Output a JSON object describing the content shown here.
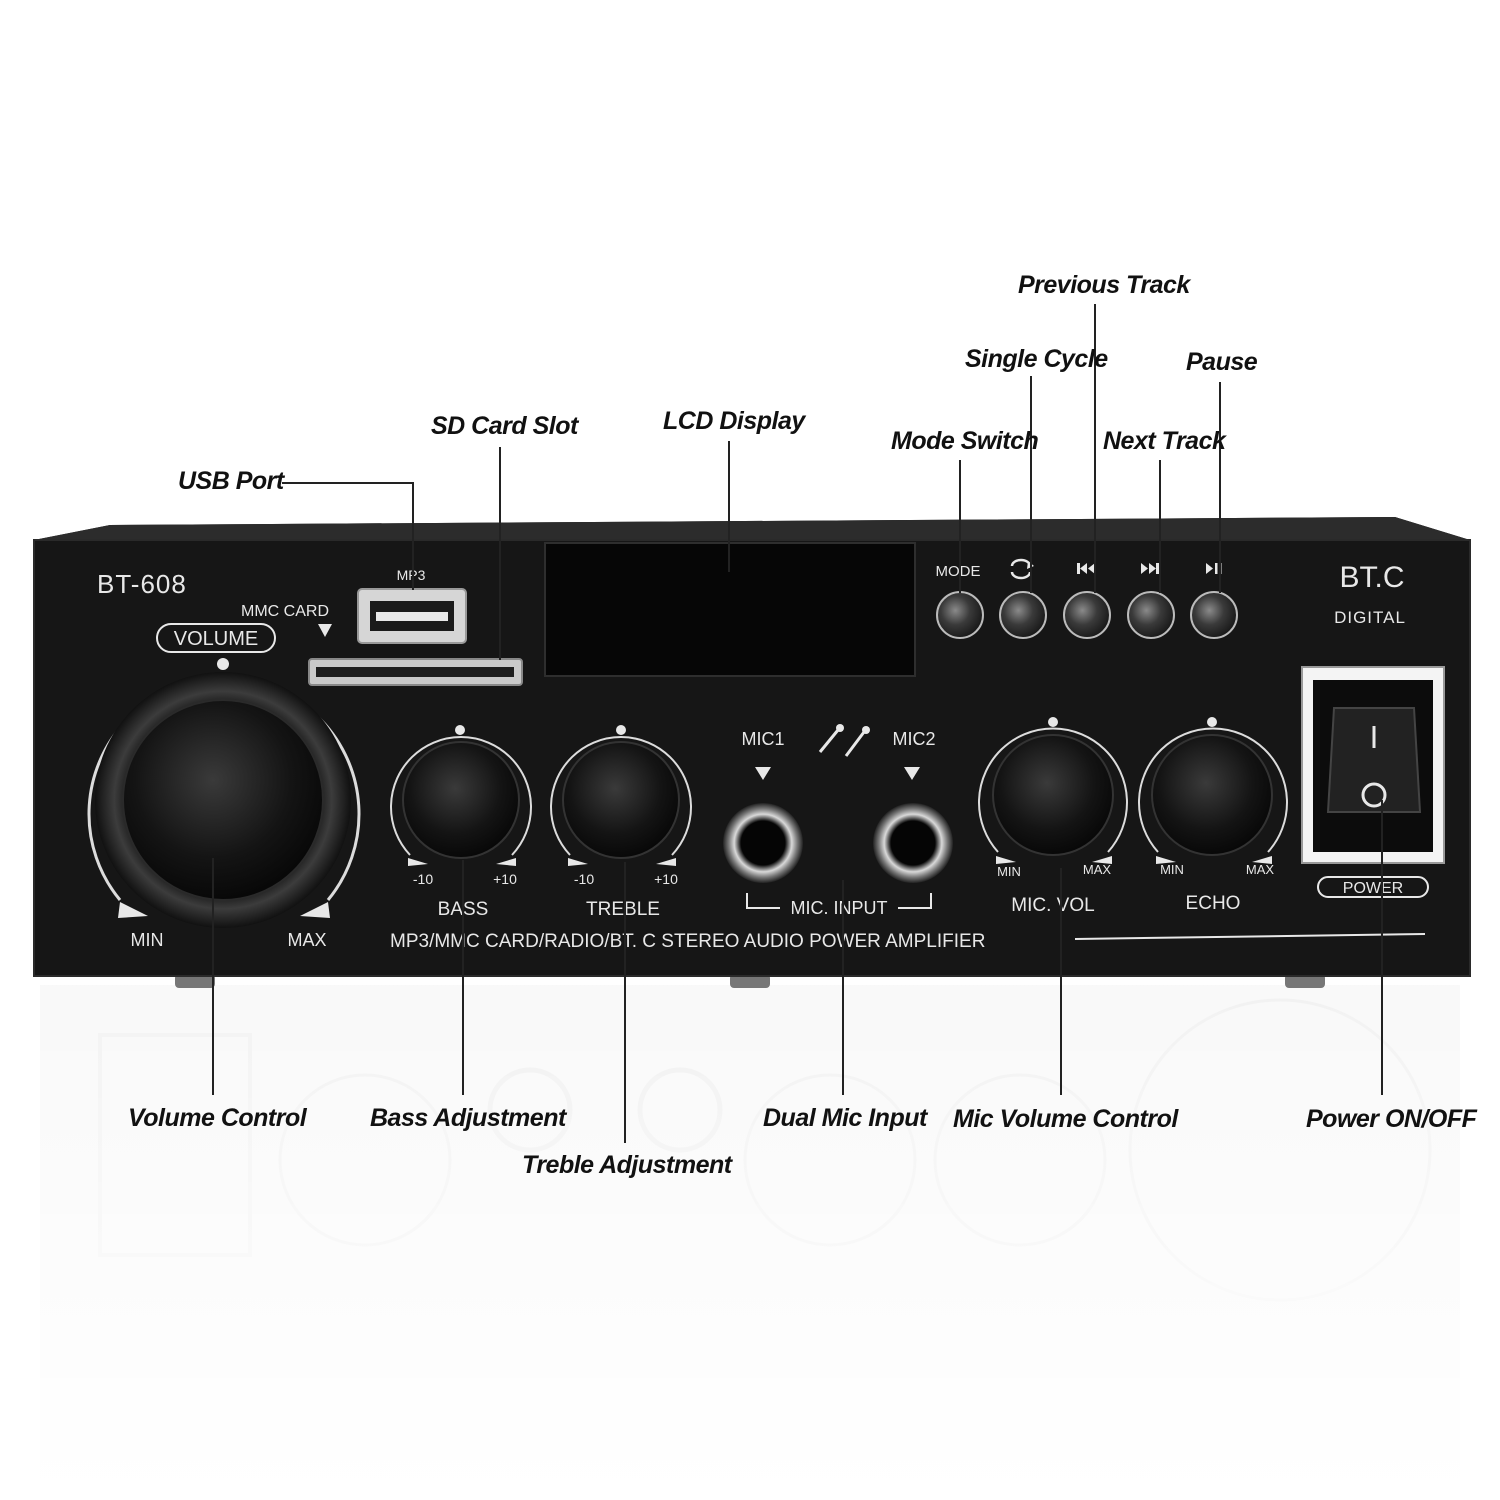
{
  "device": {
    "model": "BT-608",
    "brand": "BT.C",
    "brand_sub": "DIGITAL",
    "usb_label": "MP3",
    "card_label": "MMC CARD",
    "volume_label": "VOLUME",
    "min": "MIN",
    "max": "MAX",
    "minus10": "-10",
    "plus10": "+10",
    "bass": "BASS",
    "treble": "TREBLE",
    "mic1": "MIC1",
    "mic2": "MIC2",
    "mic_input": "MIC. INPUT",
    "mic_vol": "MIC. VOL",
    "echo": "ECHO",
    "power": "POWER",
    "mode": "MODE",
    "banner": "MP3/MMC CARD/RADIO/BT. C STEREO AUDIO POWER AMPLIFIER"
  },
  "callouts": {
    "usb_port": "USB Port",
    "sd_card_slot": "SD Card Slot",
    "lcd_display": "LCD Display",
    "mode_switch": "Mode Switch",
    "single_cycle": "Single Cycle",
    "previous_track": "Previous Track",
    "pause": "Pause",
    "next_track": "Next Track",
    "volume_control": "Volume Control",
    "bass_adjustment": "Bass Adjustment",
    "treble_adjustment": "Treble Adjustment",
    "dual_mic_input": "Dual Mic Input",
    "mic_volume_control": "Mic Volume Control",
    "power_on_off": "Power ON/OFF"
  },
  "colors": {
    "panel": "#161616",
    "panel_edge": "#2a2a2a",
    "print": "#e8e8e8",
    "reflection": "#f1f1f1"
  },
  "icons": [
    "repeat-icon",
    "previous-track-icon",
    "next-track-icon",
    "play-pause-icon",
    "microphone-icon"
  ]
}
